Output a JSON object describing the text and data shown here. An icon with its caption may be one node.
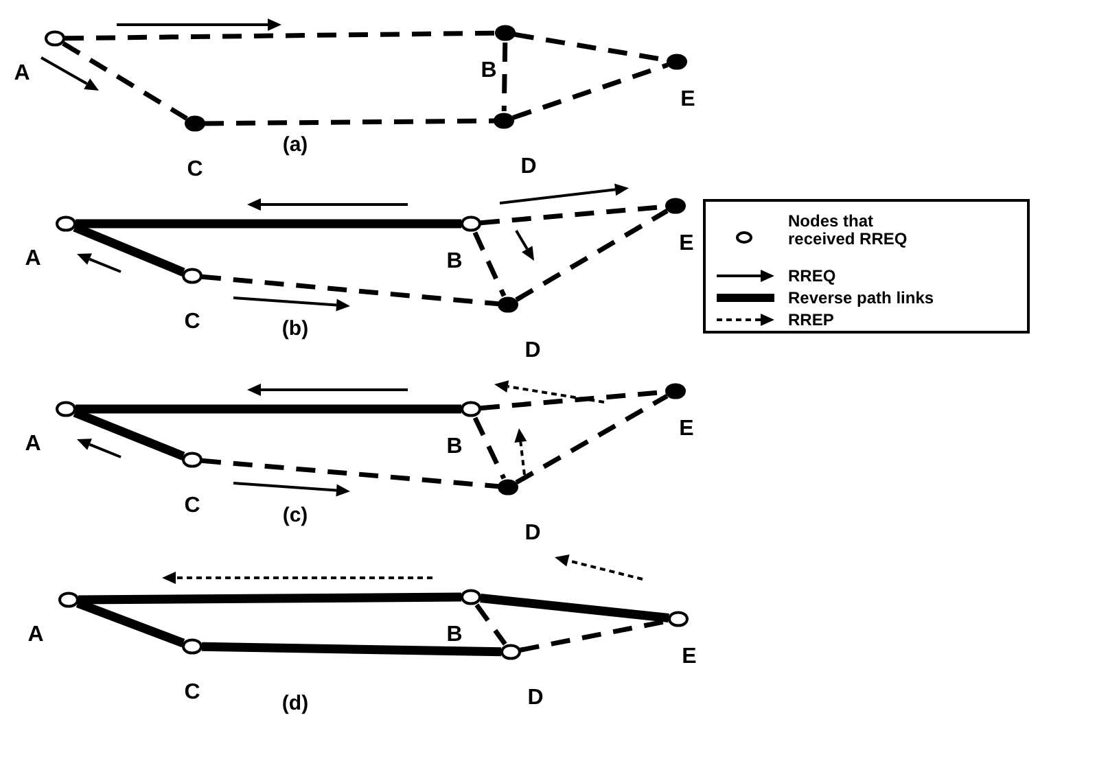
{
  "diagram": {
    "nodes": [
      {
        "text": [],
        "shape": "circle",
        "beside": [
          "A"
        ]
      },
      {
        "text": [],
        "shape": "dot",
        "beside": [
          "B"
        ]
      },
      {
        "text": [],
        "shape": "dot",
        "beside": [
          "C"
        ]
      },
      {
        "text": [],
        "shape": "dot",
        "beside": [
          "D"
        ]
      },
      {
        "text": [],
        "shape": "dot",
        "beside": [
          "E"
        ]
      },
      {
        "text": [],
        "shape": "circle",
        "beside": [
          "A"
        ]
      },
      {
        "text": [],
        "shape": "circle",
        "beside": [
          "B"
        ]
      },
      {
        "text": [],
        "shape": "circle",
        "beside": [
          "C"
        ]
      },
      {
        "text": [],
        "shape": "dot",
        "beside": [
          "D"
        ]
      },
      {
        "text": [],
        "shape": "dot",
        "beside": [
          "E"
        ]
      },
      {
        "text": [],
        "shape": "circle",
        "beside": [
          "A"
        ]
      },
      {
        "text": [],
        "shape": "circle",
        "beside": [
          "B"
        ]
      },
      {
        "text": [],
        "shape": "circle",
        "beside": [
          "C"
        ]
      },
      {
        "text": [],
        "shape": "dot",
        "beside": [
          "D"
        ]
      },
      {
        "text": [],
        "shape": "dot",
        "beside": [
          "E"
        ]
      },
      {
        "text": [],
        "shape": "circle",
        "beside": [
          "A"
        ]
      },
      {
        "text": [],
        "shape": "circle",
        "beside": [
          "B"
        ]
      },
      {
        "text": [],
        "shape": "circle",
        "beside": [
          "C"
        ]
      },
      {
        "text": [],
        "shape": "circle",
        "beside": [
          "D"
        ]
      },
      {
        "text": [],
        "shape": "circle",
        "beside": [
          "E"
        ]
      }
    ],
    "edges": [
      {
        "from": 0,
        "to": 1,
        "arrow": "none",
        "style": "dashed"
      },
      {
        "from": 0,
        "to": 2,
        "arrow": "none",
        "style": "dashed"
      },
      {
        "from": 2,
        "to": 3,
        "arrow": "none",
        "style": "dashed"
      },
      {
        "from": 1,
        "to": 3,
        "arrow": "none",
        "style": "dashed"
      },
      {
        "from": 1,
        "to": 4,
        "arrow": "none",
        "style": "dashed"
      },
      {
        "from": 3,
        "to": 4,
        "arrow": "none",
        "style": "dashed"
      },
      {
        "from": 5,
        "to": 6,
        "arrow": "none",
        "style": "thick"
      },
      {
        "from": 5,
        "to": 7,
        "arrow": "none",
        "style": "thick"
      },
      {
        "from": 7,
        "to": 8,
        "arrow": "none",
        "style": "dashed"
      },
      {
        "from": 6,
        "to": 8,
        "arrow": "none",
        "style": "dashed"
      },
      {
        "from": 6,
        "to": 9,
        "arrow": "none",
        "style": "dashed"
      },
      {
        "from": 8,
        "to": 9,
        "arrow": "none",
        "style": "dashed"
      },
      {
        "from": 10,
        "to": 11,
        "arrow": "none",
        "style": "thick"
      },
      {
        "from": 10,
        "to": 12,
        "arrow": "none",
        "style": "thick"
      },
      {
        "from": 12,
        "to": 13,
        "arrow": "none",
        "style": "dashed"
      },
      {
        "from": 11,
        "to": 13,
        "arrow": "none",
        "style": "dashed"
      },
      {
        "from": 11,
        "to": 14,
        "arrow": "none",
        "style": "dashed"
      },
      {
        "from": 13,
        "to": 14,
        "arrow": "none",
        "style": "dashed"
      },
      {
        "from": 15,
        "to": 16,
        "arrow": "none",
        "style": "thick"
      },
      {
        "from": 15,
        "to": 17,
        "arrow": "none",
        "style": "thick"
      },
      {
        "from": 17,
        "to": 18,
        "arrow": "none",
        "style": "thick"
      },
      {
        "from": 16,
        "to": 18,
        "arrow": "none",
        "style": "dashed"
      },
      {
        "from": 16,
        "to": 19,
        "arrow": "none",
        "style": "thick"
      },
      {
        "from": 18,
        "to": 19,
        "arrow": "none",
        "style": "dashed"
      }
    ],
    "labels": [
      "(a)",
      "(b)",
      "(c)",
      "(d)"
    ],
    "legend": [
      {
        "text": "Nodes that received RREQ"
      },
      {
        "text": "RREQ"
      },
      {
        "text": "Reverse path links"
      },
      {
        "text": "RREP"
      }
    ]
  }
}
